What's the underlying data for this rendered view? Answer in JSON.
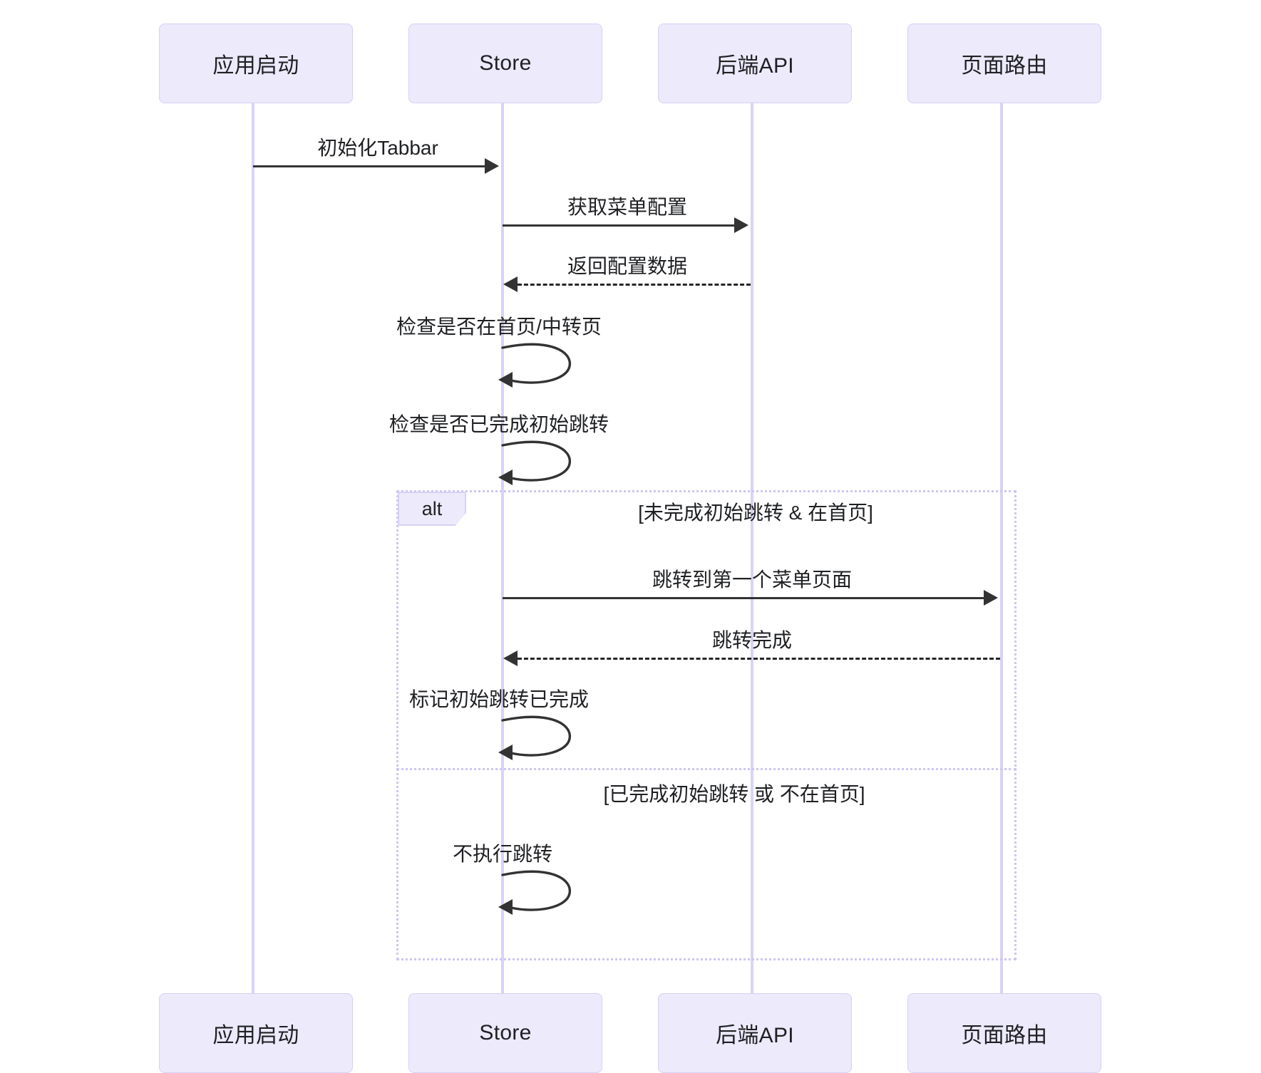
{
  "diagram": {
    "type": "sequence-diagram",
    "title": "",
    "colors": {
      "actor_fill": "#ECEAFB",
      "actor_border": "#D6D1F5",
      "lifeline": "#D9D2F7",
      "arrow": "#333333",
      "fragment_border": "#CFC6F0",
      "text": "#1f2023"
    },
    "participants": [
      {
        "id": "app",
        "label": "应用启动"
      },
      {
        "id": "store",
        "label": "Store"
      },
      {
        "id": "api",
        "label": "后端API"
      },
      {
        "id": "router",
        "label": "页面路由"
      }
    ],
    "messages": [
      {
        "id": "m1",
        "from": "app",
        "to": "store",
        "label": "初始化Tabbar",
        "style": "solid",
        "direction": "right"
      },
      {
        "id": "m2",
        "from": "store",
        "to": "api",
        "label": "获取菜单配置",
        "style": "solid",
        "direction": "right"
      },
      {
        "id": "m3",
        "from": "api",
        "to": "store",
        "label": "返回配置数据",
        "style": "dashed",
        "direction": "left"
      },
      {
        "id": "m4",
        "from": "store",
        "to": "store",
        "label": "检查是否在首页/中转页",
        "style": "solid",
        "direction": "self"
      },
      {
        "id": "m5",
        "from": "store",
        "to": "store",
        "label": "检查是否已完成初始跳转",
        "style": "solid",
        "direction": "self"
      },
      {
        "id": "m6",
        "from": "store",
        "to": "router",
        "label": "跳转到第一个菜单页面",
        "style": "solid",
        "direction": "right"
      },
      {
        "id": "m7",
        "from": "router",
        "to": "store",
        "label": "跳转完成",
        "style": "dashed",
        "direction": "left"
      },
      {
        "id": "m8",
        "from": "store",
        "to": "store",
        "label": "标记初始跳转已完成",
        "style": "solid",
        "direction": "self"
      },
      {
        "id": "m9",
        "from": "store",
        "to": "store",
        "label": "不执行跳转",
        "style": "solid",
        "direction": "self"
      }
    ],
    "fragment": {
      "tag": "alt",
      "branches": [
        {
          "condition": "[未完成初始跳转 & 在首页]"
        },
        {
          "condition": "[已完成初始跳转 或 不在首页]"
        }
      ]
    }
  }
}
